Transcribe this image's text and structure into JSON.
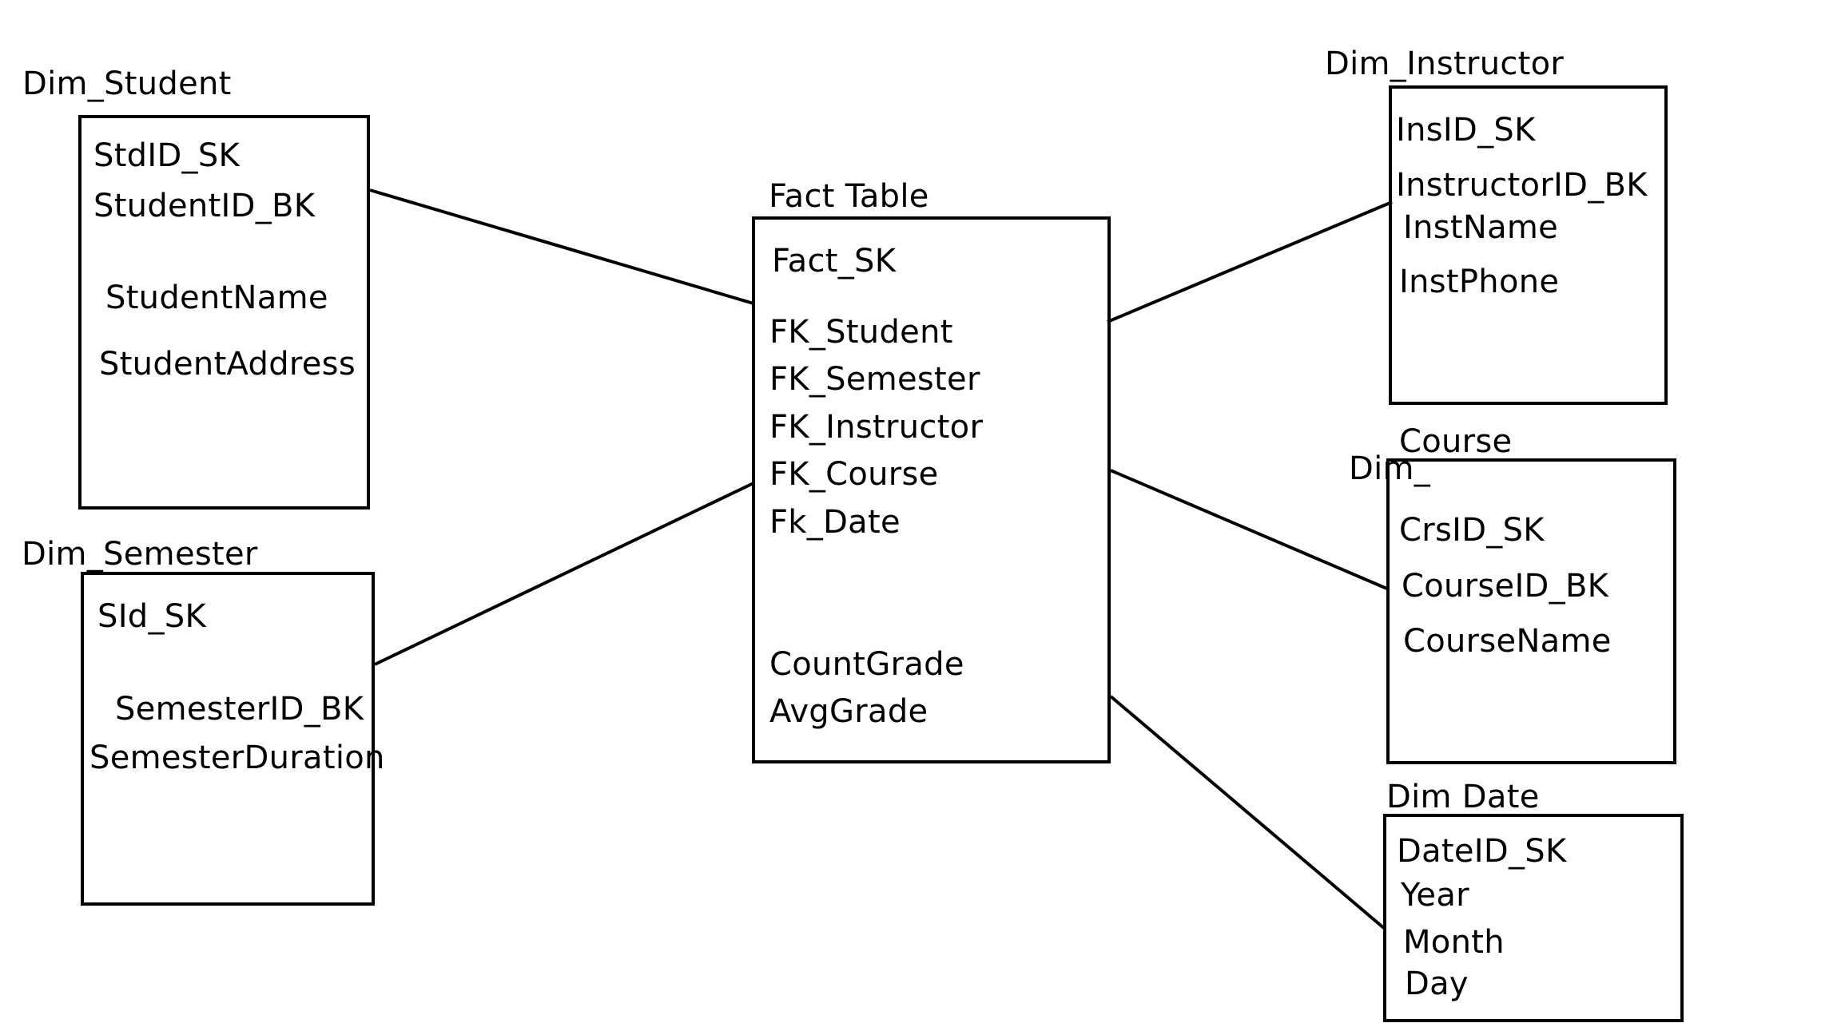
{
  "fact": {
    "title": "Fact Table",
    "fields": [
      "Fact_SK",
      "FK_Student",
      "FK_Semester",
      "FK_Instructor",
      "FK_Course",
      "Fk_Date",
      "CountGrade",
      "AvgGrade"
    ]
  },
  "dim_student": {
    "title": "Dim_Student",
    "fields": [
      "StdID_SK",
      "StudentID_BK",
      "StudentName",
      "StudentAddress"
    ]
  },
  "dim_semester": {
    "title": "Dim_Semester",
    "fields": [
      "SId_SK",
      "SemesterID_BK",
      "SemesterDuration"
    ]
  },
  "dim_instructor": {
    "title": "Dim_Instructor",
    "fields": [
      "InsID_SK",
      "InstructorID_BK",
      "InstName",
      "InstPhone"
    ]
  },
  "dim_course": {
    "title_part1": "Dim_",
    "title_part2": "Course",
    "fields": [
      "CrsID_SK",
      "CourseID_BK",
      "CourseName"
    ]
  },
  "dim_date": {
    "title": "Dim  Date",
    "fields": [
      "DateID_SK",
      "Year",
      "Month",
      "Day"
    ]
  }
}
